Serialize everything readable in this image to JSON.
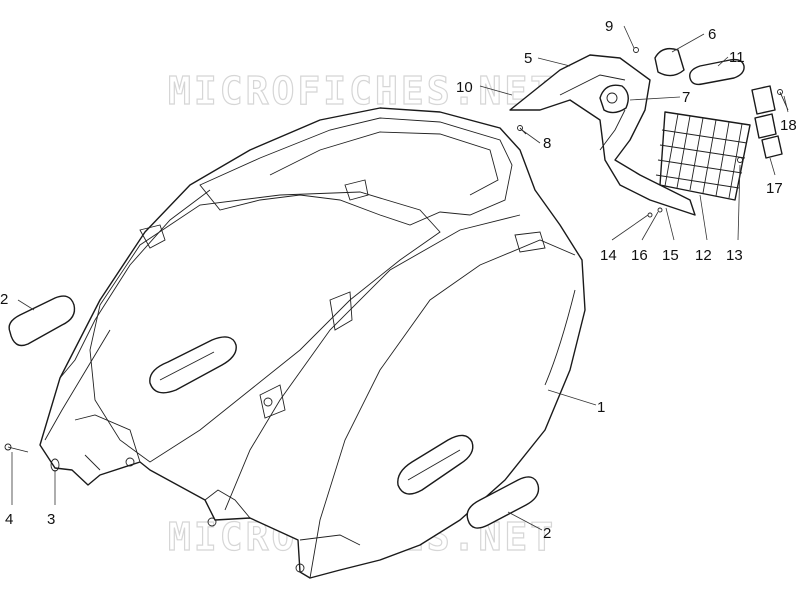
{
  "watermark": {
    "top": "MICROFICHES.NET",
    "bottom": "MICROFICHES.NET"
  },
  "labels": [
    {
      "id": "1",
      "text": "1"
    },
    {
      "id": "2a",
      "text": "2"
    },
    {
      "id": "2b",
      "text": "2"
    },
    {
      "id": "3",
      "text": "3"
    },
    {
      "id": "4",
      "text": "4"
    },
    {
      "id": "5",
      "text": "5"
    },
    {
      "id": "6",
      "text": "6"
    },
    {
      "id": "7",
      "text": "7"
    },
    {
      "id": "8",
      "text": "8"
    },
    {
      "id": "9",
      "text": "9"
    },
    {
      "id": "10",
      "text": "10"
    },
    {
      "id": "11",
      "text": "11"
    },
    {
      "id": "12",
      "text": "12"
    },
    {
      "id": "13",
      "text": "13"
    },
    {
      "id": "14",
      "text": "14"
    },
    {
      "id": "15",
      "text": "15"
    },
    {
      "id": "16",
      "text": "16"
    },
    {
      "id": "17",
      "text": "17"
    },
    {
      "id": "18",
      "text": "18"
    }
  ]
}
